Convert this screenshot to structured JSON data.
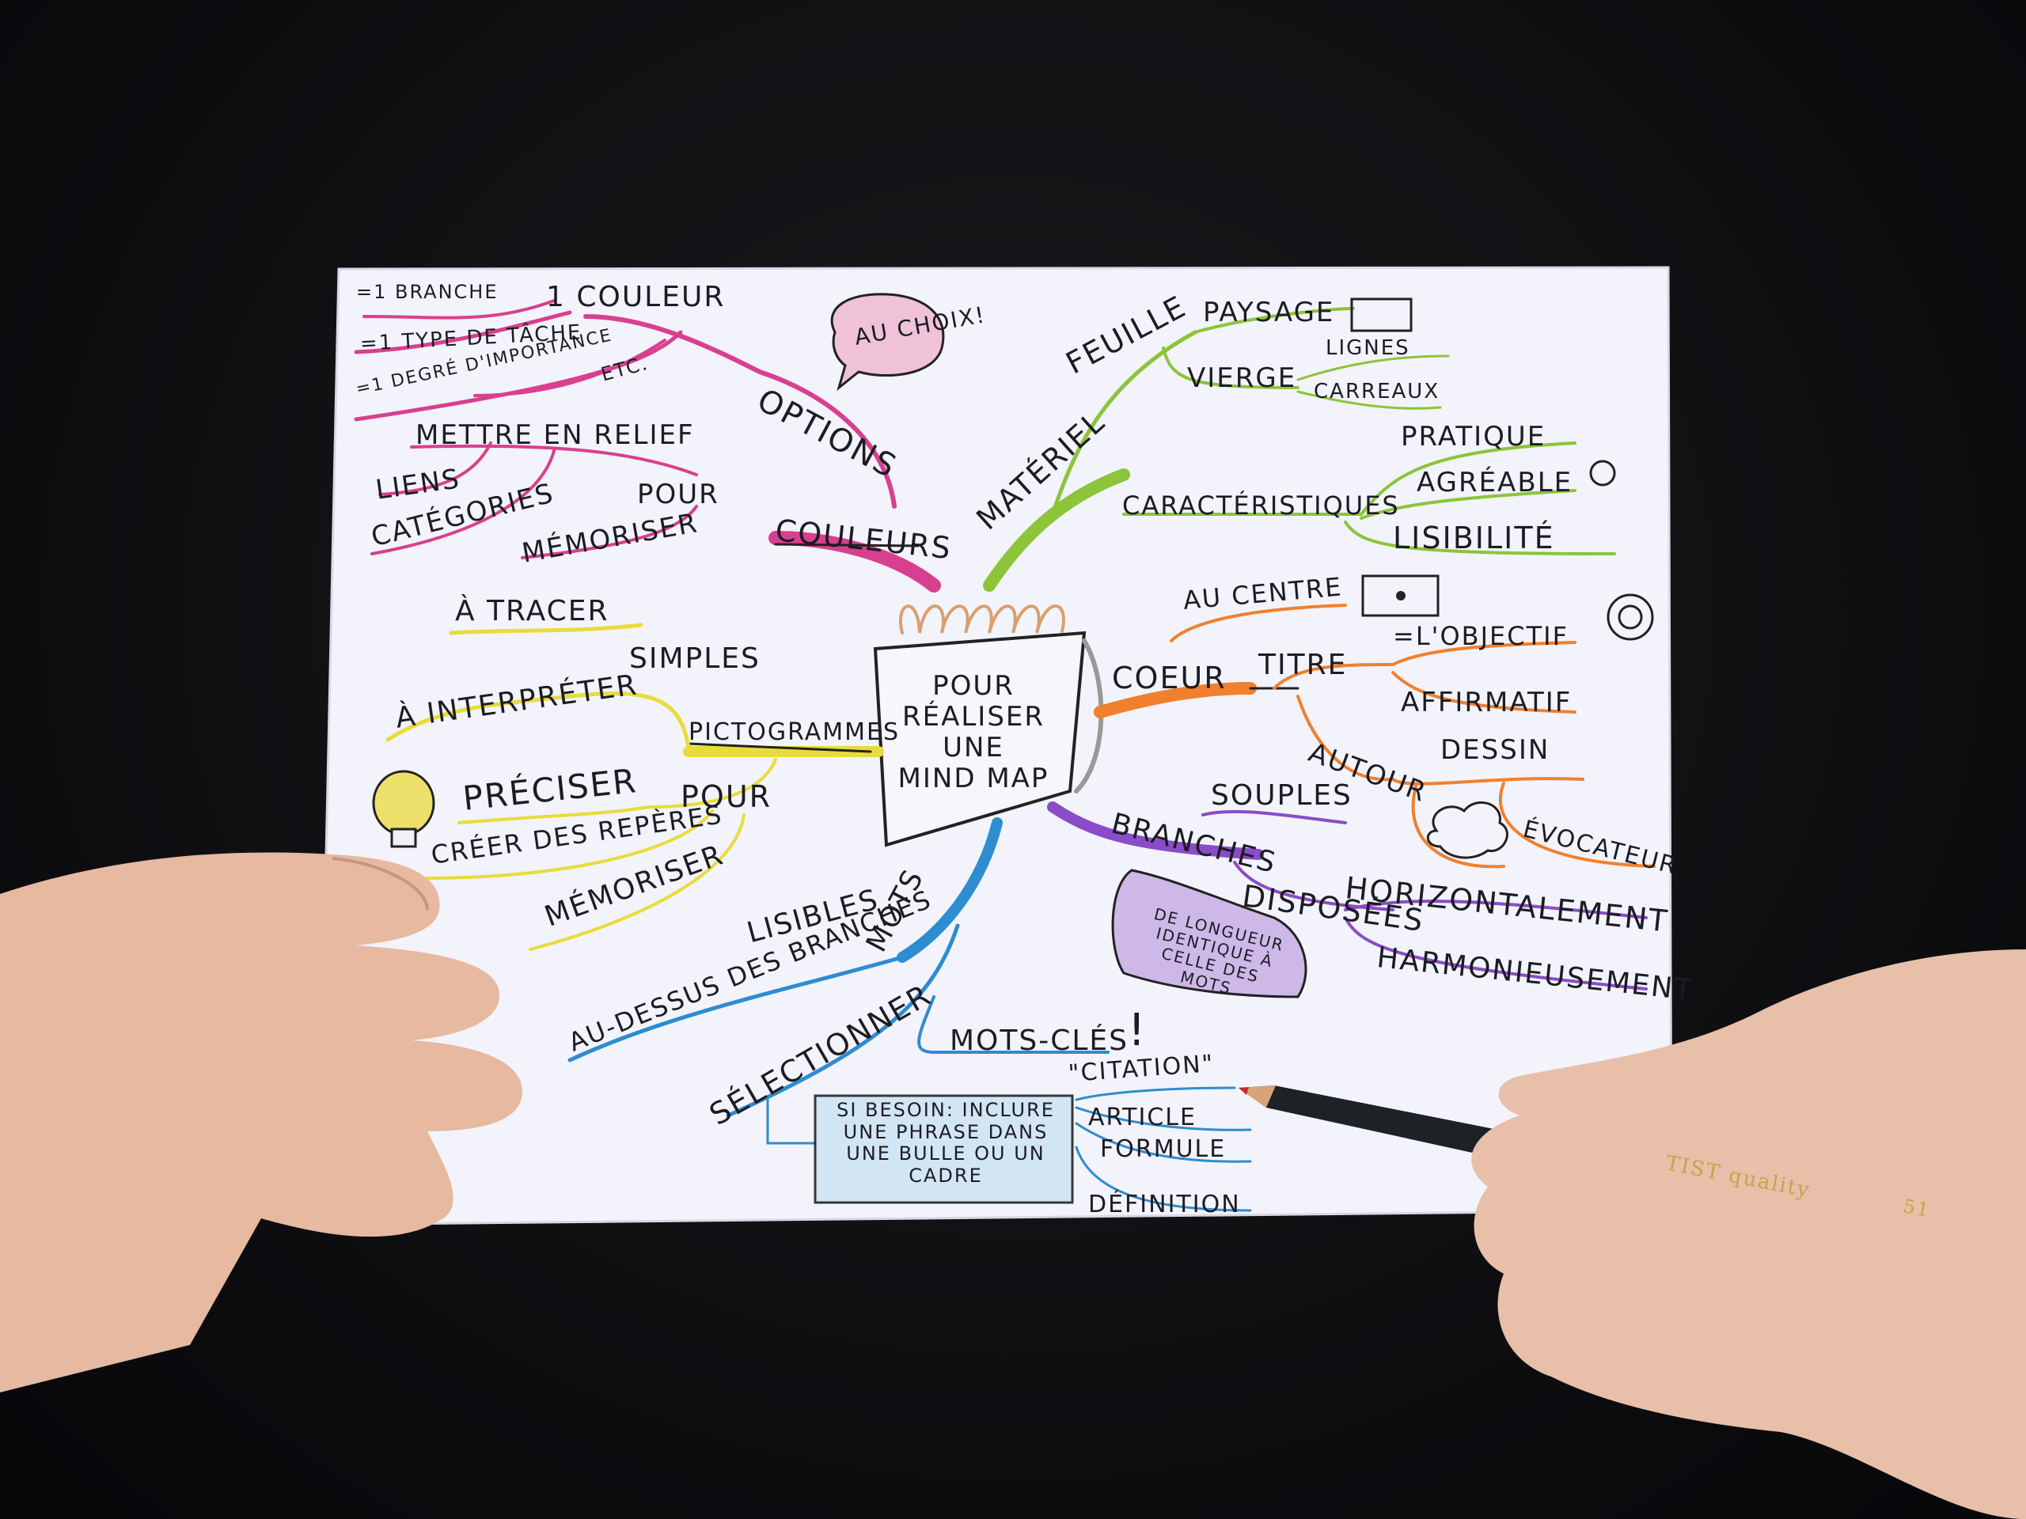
{
  "center": {
    "line1": "POUR RÉALISER",
    "line2": "UNE",
    "line3": "MIND MAP"
  },
  "options": {
    "label": "OPTIONS",
    "couleur": "1 COULEUR",
    "branche": "=1 BRANCHE",
    "type_tache": "=1 TYPE DE TÂCHE",
    "degre": "=1 DEGRÉ D'IMPORTANCE",
    "etc": "ETC.",
    "bubble": "AU CHOIX!"
  },
  "couleurs": {
    "label": "COULEURS",
    "mettre": "METTRE EN RELIEF",
    "liens": "LIENS",
    "categories": "CATÉGORIES",
    "pour": "POUR",
    "memoriser": "MÉMORISER"
  },
  "pictogrammes": {
    "label": "PICTOGRAMMES",
    "tracer": "À TRACER",
    "simples": "SIMPLES",
    "interpreter": "À INTERPRÉTER",
    "pour": "POUR",
    "preciser": "PRÉCISER",
    "reperes": "CRÉER DES REPÈRES",
    "memoriser": "MÉMORISER"
  },
  "mots": {
    "label": "MOTS",
    "lisibles": "LISIBLES",
    "dessus": "AU-DESSUS DES BRANCHES",
    "selectionner": "SÉLECTIONNER",
    "cles": "MOTS-CLÉS",
    "box": "SI BESOIN: INCLURE UNE PHRASE DANS UNE BULLE OU UN CADRE",
    "citation": "\"CITATION\"",
    "article": "ARTICLE",
    "formule": "FORMULE",
    "definition": "DÉFINITION"
  },
  "materiel": {
    "label": "MATÉRIEL",
    "feuille": "FEUILLE",
    "paysage": "PAYSAGE",
    "vierge": "VIERGE",
    "lignes": "LIGNES",
    "carreaux": "CARREAUX",
    "caracteristiques": "CARACTÉRISTIQUES",
    "pratique": "PRATIQUE",
    "agreable": "AGRÉABLE",
    "lisibilite": "LISIBILITÉ"
  },
  "coeur": {
    "label": "COEUR",
    "centre": "AU CENTRE",
    "titre": "TITRE",
    "objectif": "=L'OBJECTIF",
    "affirmatif": "AFFIRMATIF",
    "autour": "AUTOUR",
    "dessin": "DESSIN",
    "evocateur": "ÉVOCATEUR"
  },
  "branches": {
    "label": "BRANCHES",
    "souples": "SOUPLES",
    "disposees": "DISPOSÉES",
    "horizontalement": "HORIZONTALEMENT",
    "harmonieusement": "HARMONIEUSEMENT",
    "note": "DE LONGUEUR IDENTIQUE À CELLE DES MOTS"
  },
  "pencil": {
    "brand": "TIST quality",
    "number": "51"
  },
  "colors": {
    "desk": "#0d0d0f",
    "paper": "#f2f2fa",
    "pink": "#d8408f",
    "green": "#8cc43a",
    "orange": "#f0802e",
    "yellow": "#e8dc3a",
    "blue": "#2e8cd0",
    "purple": "#8a4cc8",
    "skin": "#e8bfa8"
  }
}
